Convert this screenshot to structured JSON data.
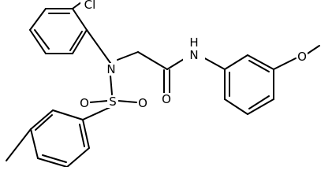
{
  "molecule": {
    "atoms": {
      "cl": "Cl",
      "n_sulfonamide": "N",
      "s": "S",
      "o_s1": "O",
      "o_s2": "O",
      "o_carbonyl": "O",
      "nh": "N",
      "nh_h": "H",
      "o_methoxy": "O"
    }
  }
}
